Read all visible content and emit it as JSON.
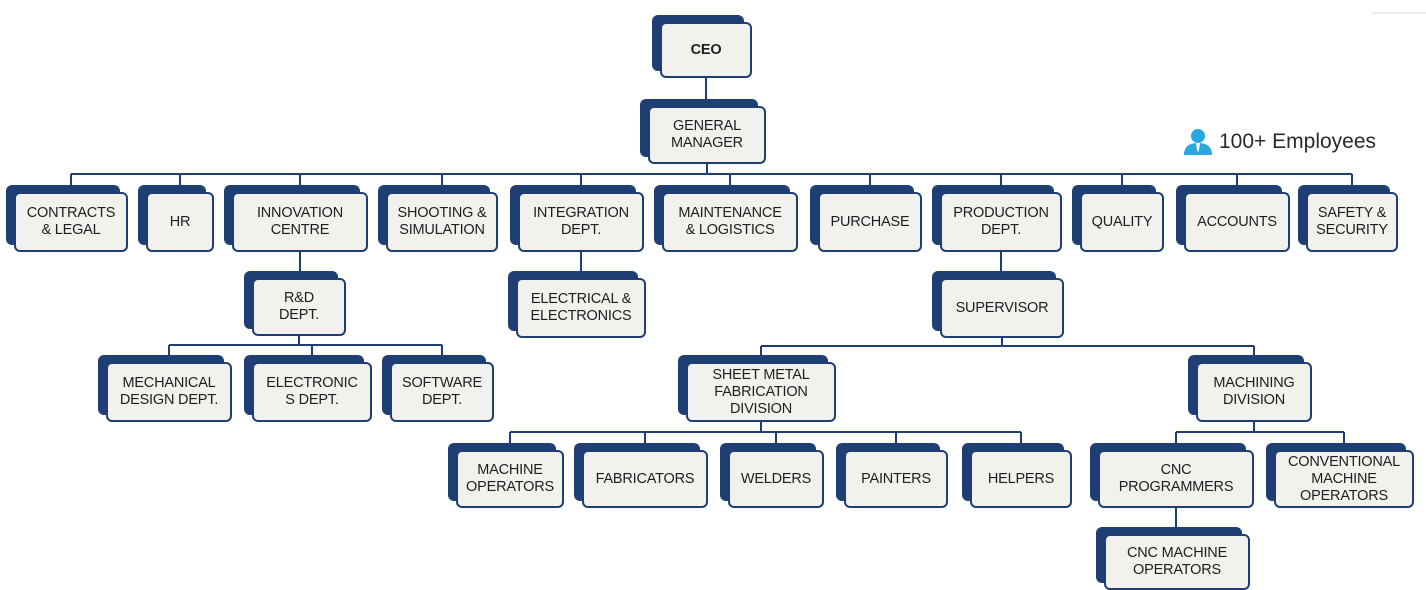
{
  "badge": {
    "text": "100+ Employees",
    "icon": "person-icon",
    "icon_color": "#29a8e0"
  },
  "colors": {
    "border": "#1f3f74",
    "fill": "#f3f1ed",
    "line": "#1f3f74"
  },
  "nodes": [
    {
      "id": "ceo",
      "label": "CEO"
    },
    {
      "id": "gm",
      "label": "GENERAL\nMANAGER"
    },
    {
      "id": "contracts",
      "label": "CONTRACTS\n& LEGAL"
    },
    {
      "id": "hr",
      "label": "HR"
    },
    {
      "id": "innovation",
      "label": "INNOVATION\nCENTRE"
    },
    {
      "id": "shooting",
      "label": "SHOOTING &\nSIMULATION"
    },
    {
      "id": "integration",
      "label": "INTEGRATION\nDEPT."
    },
    {
      "id": "maintenance",
      "label": "MAINTENANCE\n& LOGISTICS"
    },
    {
      "id": "purchase",
      "label": "PURCHASE"
    },
    {
      "id": "production",
      "label": "PRODUCTION\nDEPT."
    },
    {
      "id": "quality",
      "label": "QUALITY"
    },
    {
      "id": "accounts",
      "label": "ACCOUNTS"
    },
    {
      "id": "safety",
      "label": "SAFETY &\nSECURITY"
    },
    {
      "id": "rnd",
      "label": "R&D\nDEPT."
    },
    {
      "id": "electrical",
      "label": "ELECTRICAL &\nELECTRONICS"
    },
    {
      "id": "supervisor",
      "label": "SUPERVISOR"
    },
    {
      "id": "mechanical",
      "label": "MECHANICAL\nDESIGN DEPT."
    },
    {
      "id": "electronics",
      "label": "ELECTRONIC\nS DEPT."
    },
    {
      "id": "software",
      "label": "SOFTWARE\nDEPT."
    },
    {
      "id": "sheetmetal",
      "label": "SHEET METAL\nFABRICATION\nDIVISION"
    },
    {
      "id": "machining",
      "label": "MACHINING\nDIVISION"
    },
    {
      "id": "machineops",
      "label": "MACHINE\nOPERATORS"
    },
    {
      "id": "fabricators",
      "label": "FABRICATORS"
    },
    {
      "id": "welders",
      "label": "WELDERS"
    },
    {
      "id": "painters",
      "label": "PAINTERS"
    },
    {
      "id": "helpers",
      "label": "HELPERS"
    },
    {
      "id": "cncprog",
      "label": "CNC\nPROGRAMMERS"
    },
    {
      "id": "conventional",
      "label": "CONVENTIONAL\nMACHINE\nOPERATORS"
    },
    {
      "id": "cncops",
      "label": "CNC MACHINE\nOPERATORS"
    }
  ],
  "edges": [
    [
      "ceo",
      "gm"
    ],
    [
      "gm",
      "contracts"
    ],
    [
      "gm",
      "hr"
    ],
    [
      "gm",
      "innovation"
    ],
    [
      "gm",
      "shooting"
    ],
    [
      "gm",
      "integration"
    ],
    [
      "gm",
      "maintenance"
    ],
    [
      "gm",
      "purchase"
    ],
    [
      "gm",
      "production"
    ],
    [
      "gm",
      "quality"
    ],
    [
      "gm",
      "accounts"
    ],
    [
      "gm",
      "safety"
    ],
    [
      "innovation",
      "rnd"
    ],
    [
      "rnd",
      "mechanical"
    ],
    [
      "rnd",
      "electronics"
    ],
    [
      "rnd",
      "software"
    ],
    [
      "integration",
      "electrical"
    ],
    [
      "production",
      "supervisor"
    ],
    [
      "supervisor",
      "sheetmetal"
    ],
    [
      "supervisor",
      "machining"
    ],
    [
      "sheetmetal",
      "machineops"
    ],
    [
      "sheetmetal",
      "fabricators"
    ],
    [
      "sheetmetal",
      "welders"
    ],
    [
      "sheetmetal",
      "painters"
    ],
    [
      "sheetmetal",
      "helpers"
    ],
    [
      "machining",
      "cncprog"
    ],
    [
      "machining",
      "conventional"
    ],
    [
      "cncprog",
      "cncops"
    ]
  ]
}
